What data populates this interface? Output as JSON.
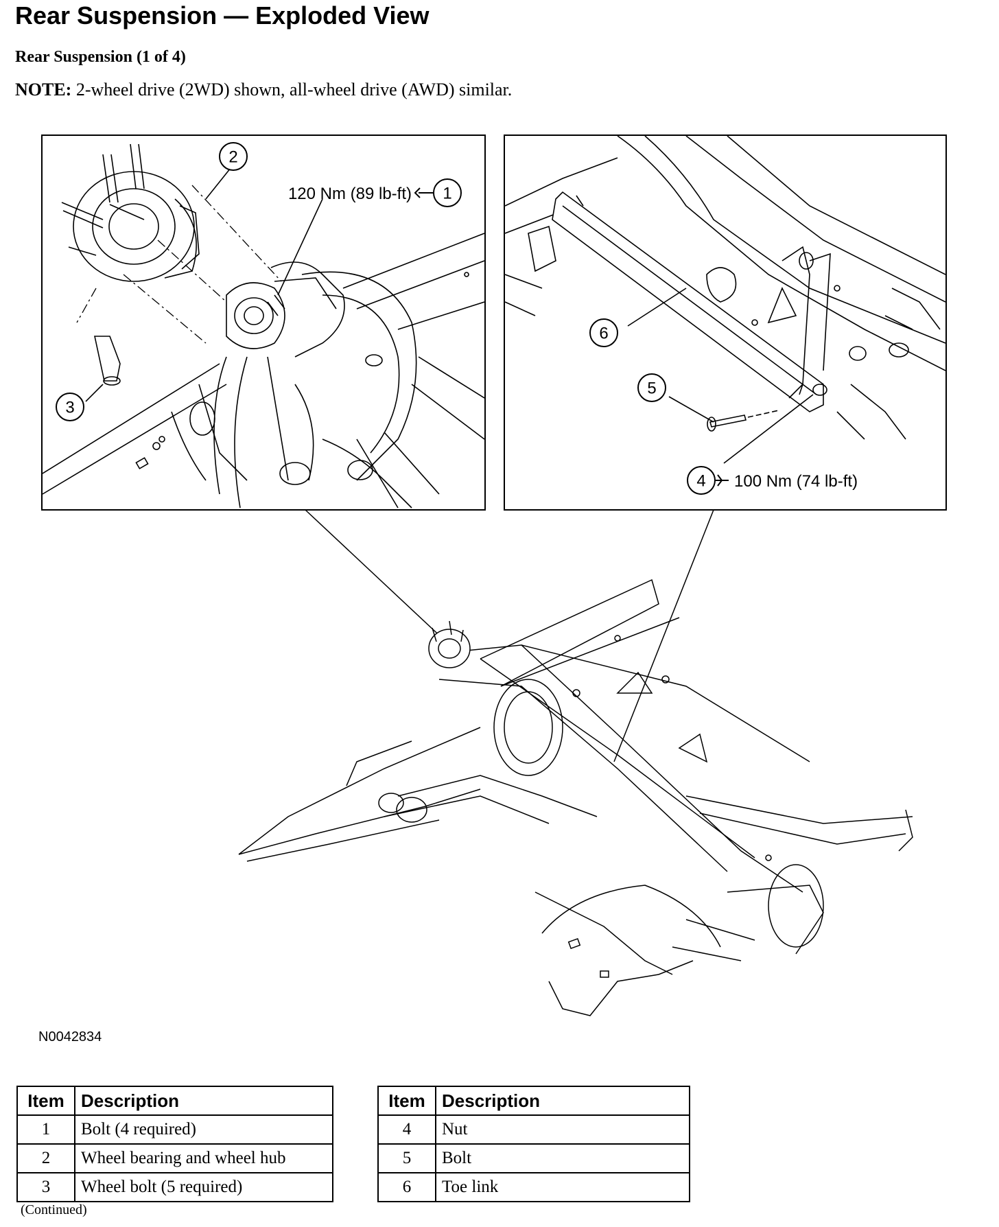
{
  "header": {
    "title": "Rear Suspension — Exploded View",
    "subtitle": "Rear Suspension (1 of 4)",
    "note_label": "NOTE:",
    "note_text": " 2-wheel drive (2WD) shown, all-wheel drive (AWD) similar."
  },
  "callouts": {
    "c1": "1",
    "c2": "2",
    "c3": "3",
    "c4": "4",
    "c5": "5",
    "c6": "6",
    "torque_1": "120 Nm (89 lb-ft)",
    "torque_4": "100 Nm (74 lb-ft)"
  },
  "figure_id": "N0042834",
  "tables": {
    "header_item": "Item",
    "header_description": "Description",
    "left": [
      {
        "item": "1",
        "description": "Bolt (4 required)"
      },
      {
        "item": "2",
        "description": "Wheel bearing and wheel hub"
      },
      {
        "item": "3",
        "description": "Wheel bolt (5 required)"
      }
    ],
    "right": [
      {
        "item": "4",
        "description": "Nut"
      },
      {
        "item": "5",
        "description": "Bolt"
      },
      {
        "item": "6",
        "description": "Toe link"
      }
    ]
  },
  "continued": "(Continued)"
}
